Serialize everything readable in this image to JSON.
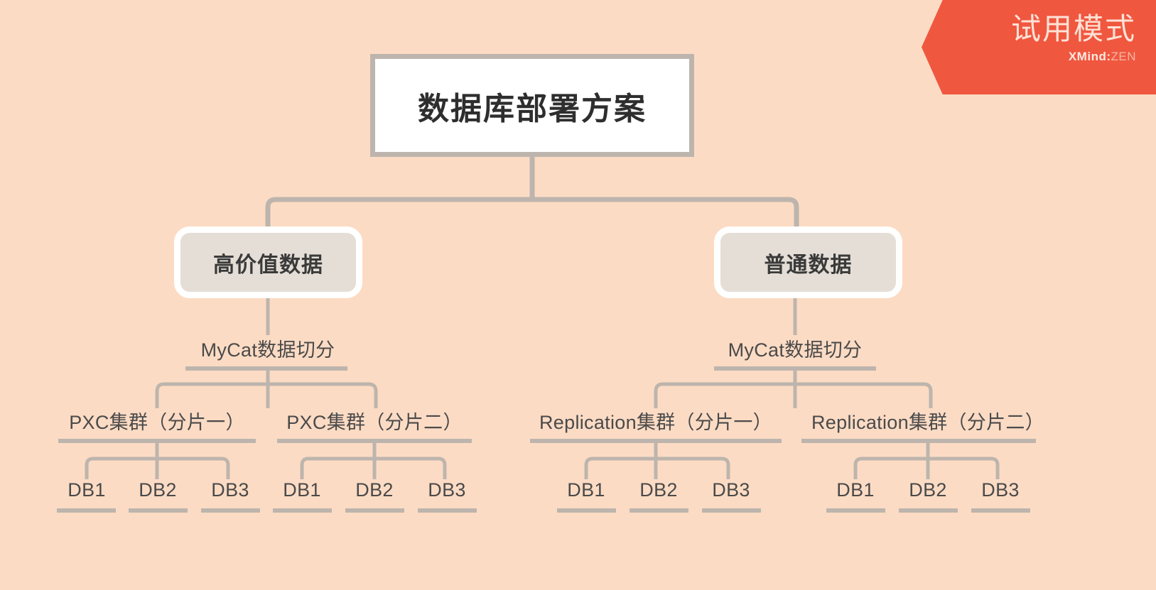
{
  "canvas": {
    "background_color": "#fcdbc4",
    "connector_color": "#bdb5ad"
  },
  "trial_banner": {
    "title": "试用模式",
    "logo_strong": "XMind:",
    "logo_light": "ZEN",
    "background_color": "#f0573f",
    "title_color": "#ffe2d6"
  },
  "mindmap": {
    "root": {
      "label": "数据库部署方案",
      "fill": "#ffffff",
      "border": "#bdb5ad"
    },
    "branches": [
      {
        "label": "高价值数据",
        "fill": "#e4ded6",
        "child": {
          "label": "MyCat数据切分",
          "clusters": [
            {
              "label": "PXC集群（分片一）",
              "databases": [
                "DB1",
                "DB2",
                "DB3"
              ]
            },
            {
              "label": "PXC集群（分片二）",
              "databases": [
                "DB1",
                "DB2",
                "DB3"
              ]
            }
          ]
        }
      },
      {
        "label": "普通数据",
        "fill": "#e4ded6",
        "child": {
          "label": "MyCat数据切分",
          "clusters": [
            {
              "label": "Replication集群（分片一）",
              "databases": [
                "DB1",
                "DB2",
                "DB3"
              ]
            },
            {
              "label": "Replication集群（分片二）",
              "databases": [
                "DB1",
                "DB2",
                "DB3"
              ]
            }
          ]
        }
      }
    ]
  }
}
